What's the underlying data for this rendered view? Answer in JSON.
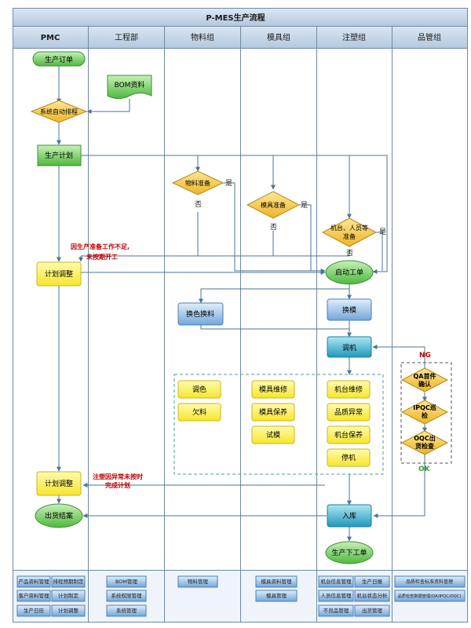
{
  "title": "P-MES生产流程",
  "lanes": [
    "PMC",
    "工程部",
    "物料组",
    "模具组",
    "注塑组",
    "品管组"
  ],
  "nodes": {
    "order": "生产订单",
    "bom": "BOM资料",
    "auto_schedule": "系统自动排程",
    "plan": "生产计划",
    "material_ready": "物料准备",
    "mold_ready": "模具准备",
    "machine_ready_1": "机台、人员等",
    "machine_ready_2": "准备",
    "start_order": "启动工单",
    "plan_adjust_1": "计划调整",
    "color_change": "换色换料",
    "mold_change": "换模",
    "tune": "调机",
    "plan_adjust_2": "计划调整",
    "close_order": "出货结案",
    "warehouse": "入库",
    "finish_order": "生产下工单",
    "issue_color": "调色",
    "issue_shortage": "欠料",
    "issue_mold_repair": "模具维修",
    "issue_mold_maint": "模具保养",
    "issue_trial": "试模",
    "issue_machine_repair": "机台维修",
    "issue_quality": "品质异常",
    "issue_machine_maint": "机台保养",
    "issue_stop": "停机",
    "qa_1": "QA首件",
    "qa_2": "确认",
    "ipqc_1": "IPQC巡",
    "ipqc_2": "检",
    "oqc_1": "OQC出",
    "oqc_2": "货检查"
  },
  "labels": {
    "yes": "是",
    "no": "否",
    "ng": "NG",
    "ok": "OK",
    "note1_1": "因生产准备工作不足,",
    "note1_2": "未按期开工",
    "note2_1": "注塑因异常未按时",
    "note2_2": "完成计划"
  },
  "modules": {
    "pmc": [
      "产品资料管理",
      "排程预期制定",
      "客户资料管理",
      "计划制定",
      "生产日历",
      "计划调整"
    ],
    "engineering": [
      "BOM管理",
      "系统权限管理",
      "系统管理"
    ],
    "material": [
      "物料管理"
    ],
    "mold": [
      "模具资料管理",
      "模具管理"
    ],
    "injection": [
      "机台信息管理",
      "生产日报",
      "人员信息管理",
      "机台状态分析",
      "不良品管理",
      "出货管理"
    ],
    "quality_1": "品质检查标准资料管理",
    "quality_2": "品质检查数据管理(QA/IPQC/OQC)"
  },
  "colors": {
    "header_bg": "#b9cde0",
    "lane_border": "#6f8aa3",
    "line": "#4a7596",
    "green": "#5cc24a",
    "yellow": "#fff24d",
    "gold": "#f2c12e",
    "blue": "#7fb0df",
    "cyan": "#2aa7c6",
    "note": "#c00000",
    "ok": "#2e9e2e"
  }
}
